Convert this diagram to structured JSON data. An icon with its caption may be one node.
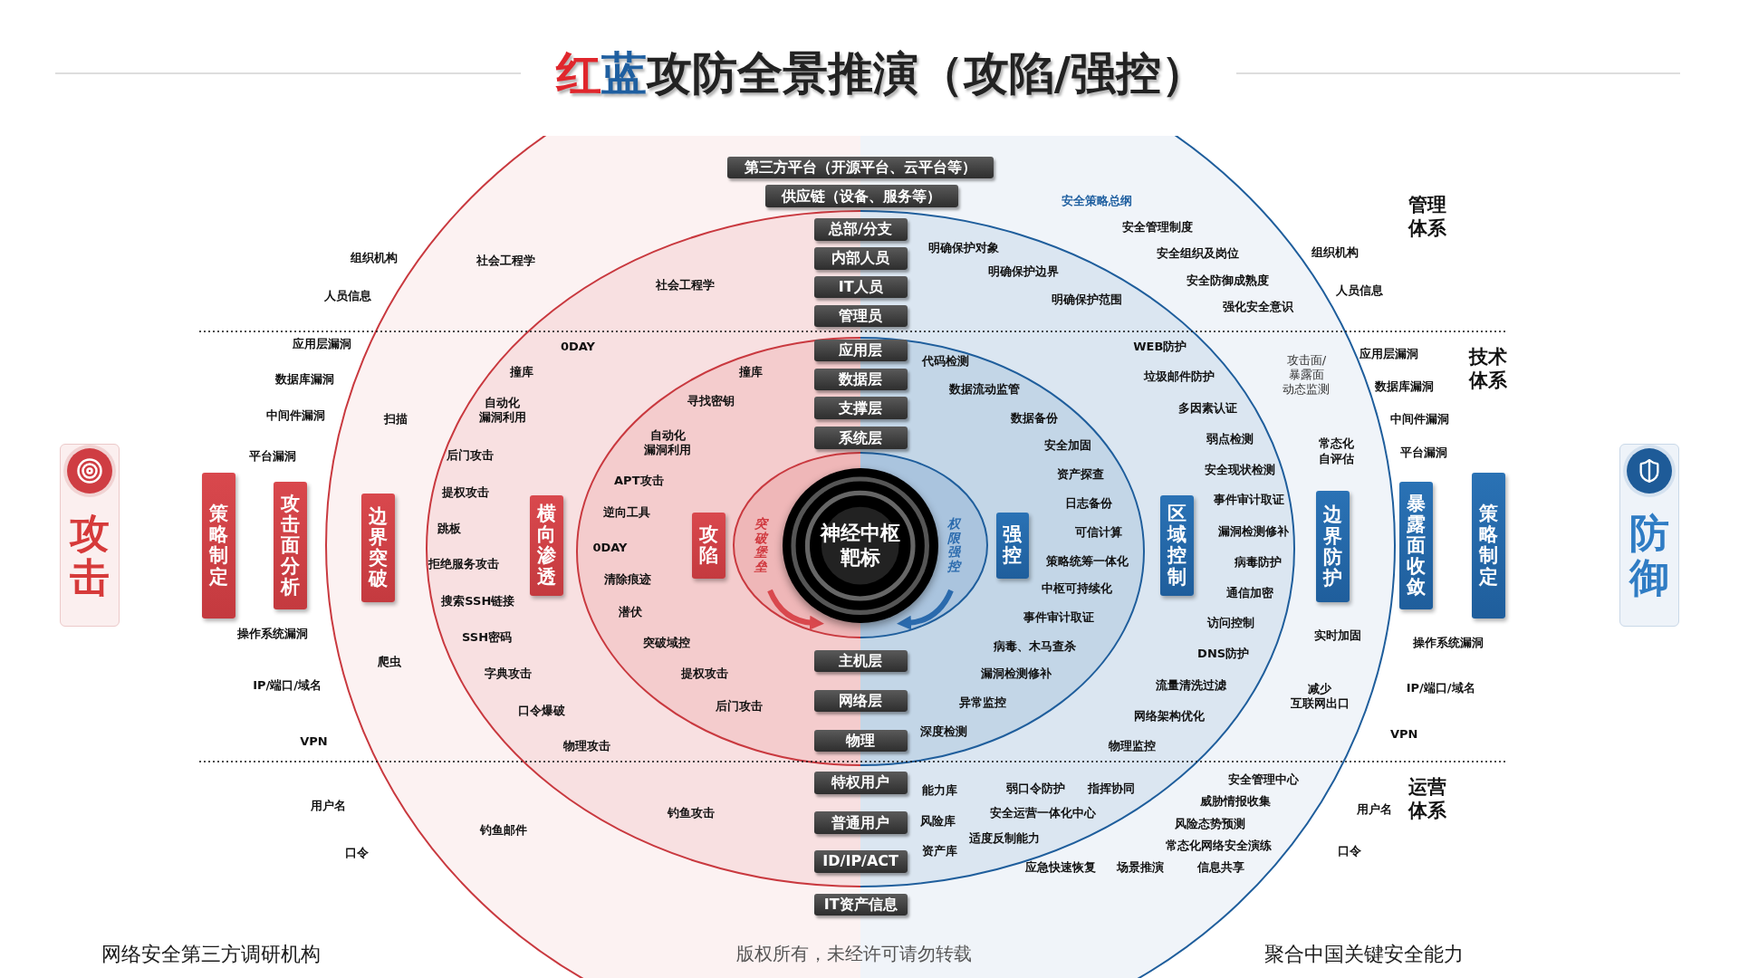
{
  "diagram": {
    "title": "红蓝攻防全景推演（攻陷/强控）",
    "nodes": [
      {
        "text": [
          "第三方平台（开源平台、云平台等）"
        ]
      },
      {
        "text": [
          "供应链（设备、服务等）"
        ]
      },
      {
        "text": [
          "总部/分支"
        ]
      },
      {
        "text": [
          "内部人员"
        ]
      },
      {
        "text": [
          "IT人员"
        ]
      },
      {
        "text": [
          "管理员"
        ]
      },
      {
        "text": [
          "应用层"
        ]
      },
      {
        "text": [
          "数据层"
        ]
      },
      {
        "text": [
          "支撑层"
        ]
      },
      {
        "text": [
          "系统层"
        ]
      },
      {
        "text": [
          "主机层"
        ]
      },
      {
        "text": [
          "网络层"
        ]
      },
      {
        "text": [
          "物理"
        ]
      },
      {
        "text": [
          "特权用户"
        ]
      },
      {
        "text": [
          "普通用户"
        ]
      },
      {
        "text": [
          "ID/IP/ACT"
        ]
      },
      {
        "text": [
          "IT资产信息"
        ]
      },
      {
        "text": [
          "神经中枢靶标"
        ]
      },
      {
        "text": [
          "攻陷"
        ]
      },
      {
        "text": [
          "强控"
        ]
      },
      {
        "text": [
          "攻击"
        ]
      },
      {
        "text": [
          "策略制定"
        ]
      },
      {
        "text": [
          "攻击面分析"
        ]
      },
      {
        "text": [
          "边界突破"
        ]
      },
      {
        "text": [
          "横向渗透"
        ]
      },
      {
        "text": [
          "区域控制"
        ]
      },
      {
        "text": [
          "边界防护"
        ]
      },
      {
        "text": [
          "暴露面收敛"
        ]
      },
      {
        "text": [
          "策略制定"
        ]
      },
      {
        "text": [
          "防御"
        ]
      }
    ],
    "labels": [
      "组织机构",
      "社会工程学",
      "社会工程学",
      "人员信息",
      "应用层漏洞",
      "0DAY",
      "数据库漏洞",
      "撞库",
      "撞库",
      "寻找密钥",
      "中间件漏洞",
      "扫描",
      "自动化漏洞利用",
      "自动化漏洞利用",
      "平台漏洞",
      "后门攻击",
      "APT攻击",
      "提权攻击",
      "逆向工具",
      "跳板",
      "0DAY",
      "突破堡垒",
      "拒绝服务攻击",
      "清除痕迹",
      "搜索SSH链接",
      "潜伏",
      "操作系统漏洞",
      "SSH密码",
      "突破域控",
      "爬虫",
      "字典攻击",
      "提权攻击",
      "IP/端口/域名",
      "后门攻击",
      "口令爆破",
      "VPN",
      "物理攻击",
      "用户名",
      "钓鱼攻击",
      "钓鱼邮件",
      "口令",
      "安全策略总纲",
      "管理体系",
      "明确保护对象",
      "安全管理制度",
      "组织机构",
      "安全组织及岗位",
      "明确保护边界",
      "安全防御成熟度",
      "人员信息",
      "明确保护范围",
      "强化安全意识",
      "WEB防护",
      "应用层漏洞",
      "代码检测",
      "技术体系",
      "攻击面/暴露面动态监测",
      "垃圾邮件防护",
      "数据库漏洞",
      "数据流动监管",
      "多因素认证",
      "数据备份",
      "中间件漏洞",
      "弱点检测",
      "安全加固",
      "常态化自评估",
      "平台漏洞",
      "安全现状检测",
      "资产探查",
      "事件审计取证",
      "日志备份",
      "漏洞检测修补",
      "可信计算",
      "权限强控",
      "策略统筹一体化",
      "病毒防护",
      "中枢可持续化",
      "通信加密",
      "事件审计取证",
      "访问控制",
      "实时加固",
      "操作系统漏洞",
      "病毒、木马查杀",
      "DNS防护",
      "漏洞检测修补",
      "流量清洗过滤",
      "IP/端口/域名",
      "减少互联网出口",
      "异常监控",
      "网络架构优化",
      "深度检测",
      "VPN",
      "物理监控",
      "安全管理中心",
      "弱口令防护",
      "指挥协同",
      "能力库",
      "运营体系",
      "威胁情报收集",
      "用户名",
      "安全运营一体化中心",
      "风险库",
      "风险态势预测",
      "适度反制能力",
      "常态化网络安全演练",
      "资产库",
      "口令",
      "应急快速恢复",
      "场景推演",
      "信息共享",
      "网络安全第三方调研机构",
      "版权所有，未经许可请勿转载",
      "聚合中国关键安全能力"
    ]
  }
}
